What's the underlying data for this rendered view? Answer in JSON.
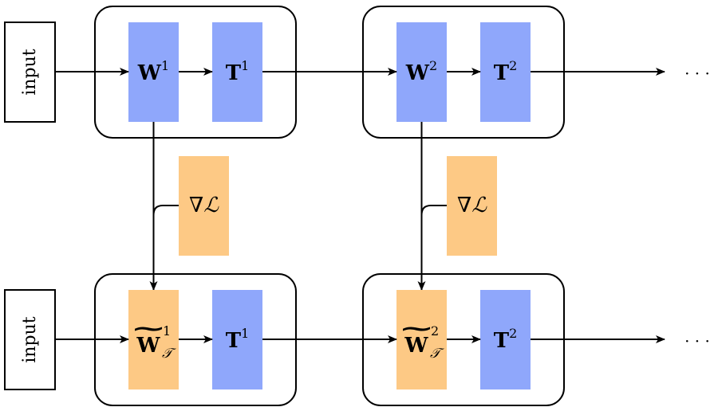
{
  "colors": {
    "blue": "#8fa7fb",
    "orange": "#fdc985",
    "stroke": "#000000",
    "background": "#ffffff"
  },
  "top_row": {
    "input_label": "input",
    "stage1": {
      "w_base": "W",
      "w_sup": "1",
      "t_base": "T",
      "t_sup": "1"
    },
    "stage2": {
      "w_base": "W",
      "w_sup": "2",
      "t_base": "T",
      "t_sup": "2"
    },
    "ellipsis": "· · ·"
  },
  "gradient": {
    "nabla": "∇",
    "loss": "ℒ"
  },
  "bottom_row": {
    "input_label": "input",
    "stage1": {
      "w_base": "W",
      "w_tilde": "~",
      "w_sup": "1",
      "w_sub": "𝒯",
      "t_base": "T",
      "t_sup": "1"
    },
    "stage2": {
      "w_base": "W",
      "w_tilde": "~",
      "w_sup": "2",
      "w_sub": "𝒯",
      "t_base": "T",
      "t_sup": "2"
    },
    "ellipsis": "· · ·"
  }
}
